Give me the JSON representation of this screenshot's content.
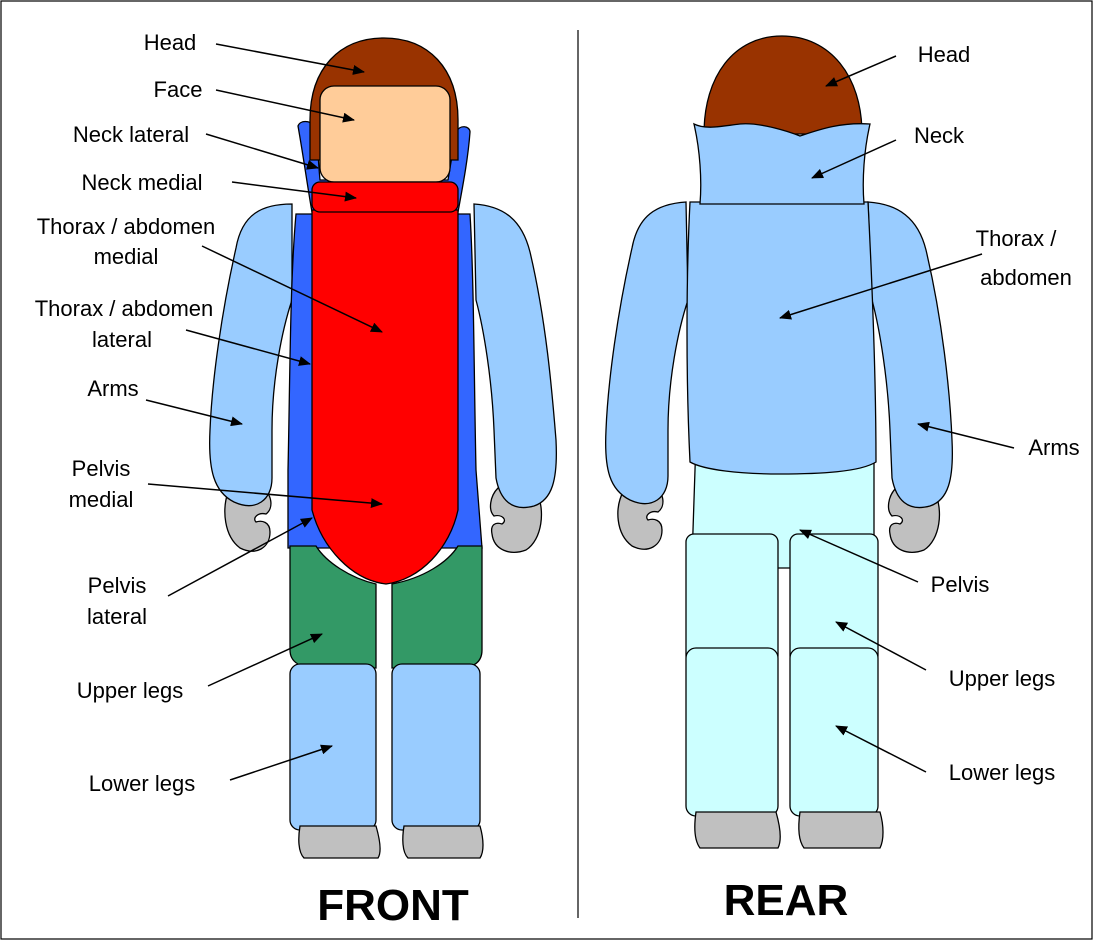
{
  "colors": {
    "head": "#993300",
    "face": "#FFCC99",
    "neck_lateral": "#3366FF",
    "medial": "#FF0000",
    "light_blue": "#99CCFF",
    "thorax_lateral": "#3366FF",
    "upper_legs_front": "#339966",
    "pelvis_rear": "#CCFFFF",
    "hands_feet": "#C0C0C0"
  },
  "front": {
    "title": "FRONT",
    "labels": {
      "head": "Head",
      "face": "Face",
      "neck_lateral": "Neck lateral",
      "neck_medial": "Neck medial",
      "thorax_medial_1": "Thorax / abdomen",
      "thorax_medial_2": "medial",
      "thorax_lateral_1": "Thorax / abdomen",
      "thorax_lateral_2": "lateral",
      "arms": "Arms",
      "pelvis_medial_1": "Pelvis",
      "pelvis_medial_2": "medial",
      "pelvis_lateral_1": "Pelvis",
      "pelvis_lateral_2": "lateral",
      "upper_legs": "Upper legs",
      "lower_legs": "Lower legs"
    }
  },
  "rear": {
    "title": "REAR",
    "labels": {
      "head": "Head",
      "neck": "Neck",
      "thorax_1": "Thorax /",
      "thorax_2": "abdomen",
      "arms": "Arms",
      "pelvis": "Pelvis",
      "upper_legs": "Upper legs",
      "lower_legs": "Lower legs"
    }
  }
}
